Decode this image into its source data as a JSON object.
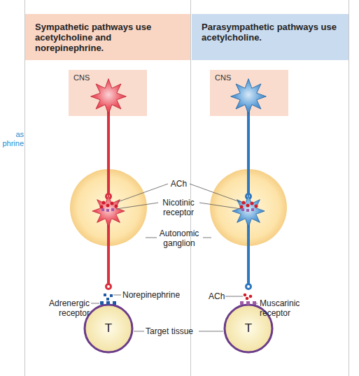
{
  "diagram": {
    "nodes": [
      {
        "text": [
          "Sympathetic pathways use acetylcholine and norepinephrine."
        ]
      },
      {
        "text": [
          "Parasympathetic pathways use acetylcholine."
        ]
      },
      {
        "text": [
          "CNS"
        ]
      },
      {
        "text": [
          "CNS"
        ]
      },
      {
        "text": [
          "T"
        ]
      },
      {
        "text": [
          "T"
        ]
      }
    ],
    "labels": [
      "as phrine",
      "ACh",
      "Nicotinic receptor",
      "Autonomic ganglion",
      "Norepinephrine",
      "Adrenergic receptor",
      "ACh",
      "Muscarinic receptor",
      "Target tissue"
    ]
  }
}
